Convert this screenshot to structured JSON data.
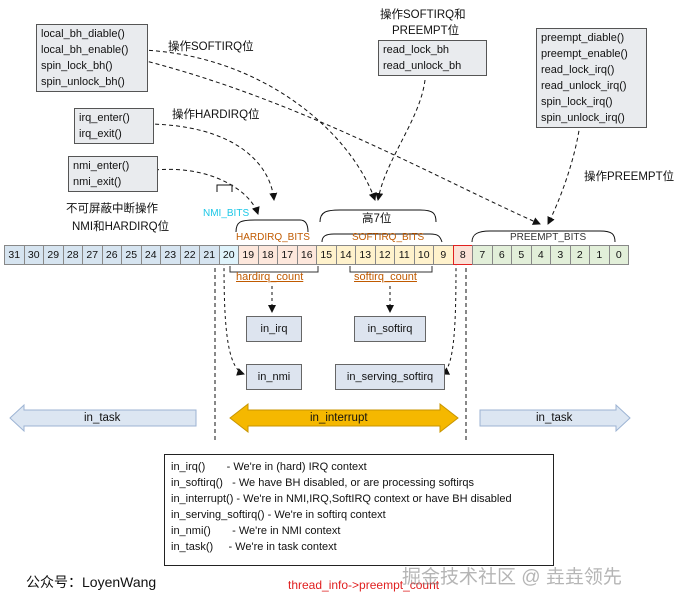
{
  "boxes": {
    "bh": [
      "local_bh_diable()",
      "local_bh_enable()",
      "spin_lock_bh()",
      "spin_unlock_bh()"
    ],
    "read": [
      "read_lock_bh",
      "read_unlock_bh"
    ],
    "preempt": [
      "preempt_diable()",
      "preempt_enable()",
      "read_lock_irq()",
      "read_unlock_irq()",
      "spin_lock_irq()",
      "spin_unlock_irq()"
    ],
    "irq": [
      "irq_enter()",
      "irq_exit()"
    ],
    "nmi": [
      "nmi_enter()",
      "nmi_exit()"
    ]
  },
  "labels": {
    "op_softirq": "操作SOFTIRQ位",
    "op_softirq_preempt_1": "操作SOFTIRQ和",
    "op_softirq_preempt_2": "PREEMPT位",
    "op_hardirq": "操作HARDIRQ位",
    "op_preempt": "操作PREEMPT位",
    "nmi_note_1": "不可屏蔽中断操作",
    "nmi_note_2": "NMI和HARDIRQ位",
    "nmi_bits": "NMI_BITS",
    "high7": "高7位",
    "hardirq_bits": "HARDIRQ_BITS",
    "softirq_bits": "SOFTIRQ_BITS",
    "preempt_bits": "PREEMPT_BITS",
    "hardirq_count": "hardirq_count",
    "softirq_count": "softirq_count"
  },
  "bits": [
    "31",
    "30",
    "29",
    "28",
    "27",
    "26",
    "25",
    "24",
    "23",
    "22",
    "21",
    "20",
    "19",
    "18",
    "17",
    "16",
    "15",
    "14",
    "13",
    "12",
    "11",
    "10",
    "9",
    "8",
    "7",
    "6",
    "5",
    "4",
    "3",
    "2",
    "1",
    "0"
  ],
  "fn_boxes": {
    "in_irq": "in_irq",
    "in_softirq": "in_softirq",
    "in_nmi": "in_nmi",
    "in_serving_softirq": "in_serving_softirq"
  },
  "bands": {
    "left_task": "in_task",
    "interrupt": "in_interrupt",
    "right_task": "in_task"
  },
  "legend": [
    "in_irq()       - We're in (hard) IRQ context",
    "in_softirq()   - We have BH disabled, or are processing softirqs",
    "in_interrupt() - We're in NMI,IRQ,SoftIRQ context or have BH disabled",
    "in_serving_softirq() - We're in softirq context",
    "in_nmi()       - We're in NMI context",
    "in_task()     - We're in task context"
  ],
  "footer": {
    "author": "公众号：LoyenWang",
    "caption": "thread_info->preempt_count",
    "watermark": "掘金技术社区 @ 垚垚领先"
  },
  "colors": {
    "bits_gray": "#d6e4f0",
    "bit_nmi": "#dff3fb",
    "bits_hardirq": "#fde7dc",
    "bits_softirq": "#fff2cc",
    "bit_8": "#fbe1d6",
    "bits_preempt": "#e2efd9",
    "band_task": "#dce6f2",
    "band_interrupt": "#f5b800",
    "caption_red": "#e02020"
  }
}
